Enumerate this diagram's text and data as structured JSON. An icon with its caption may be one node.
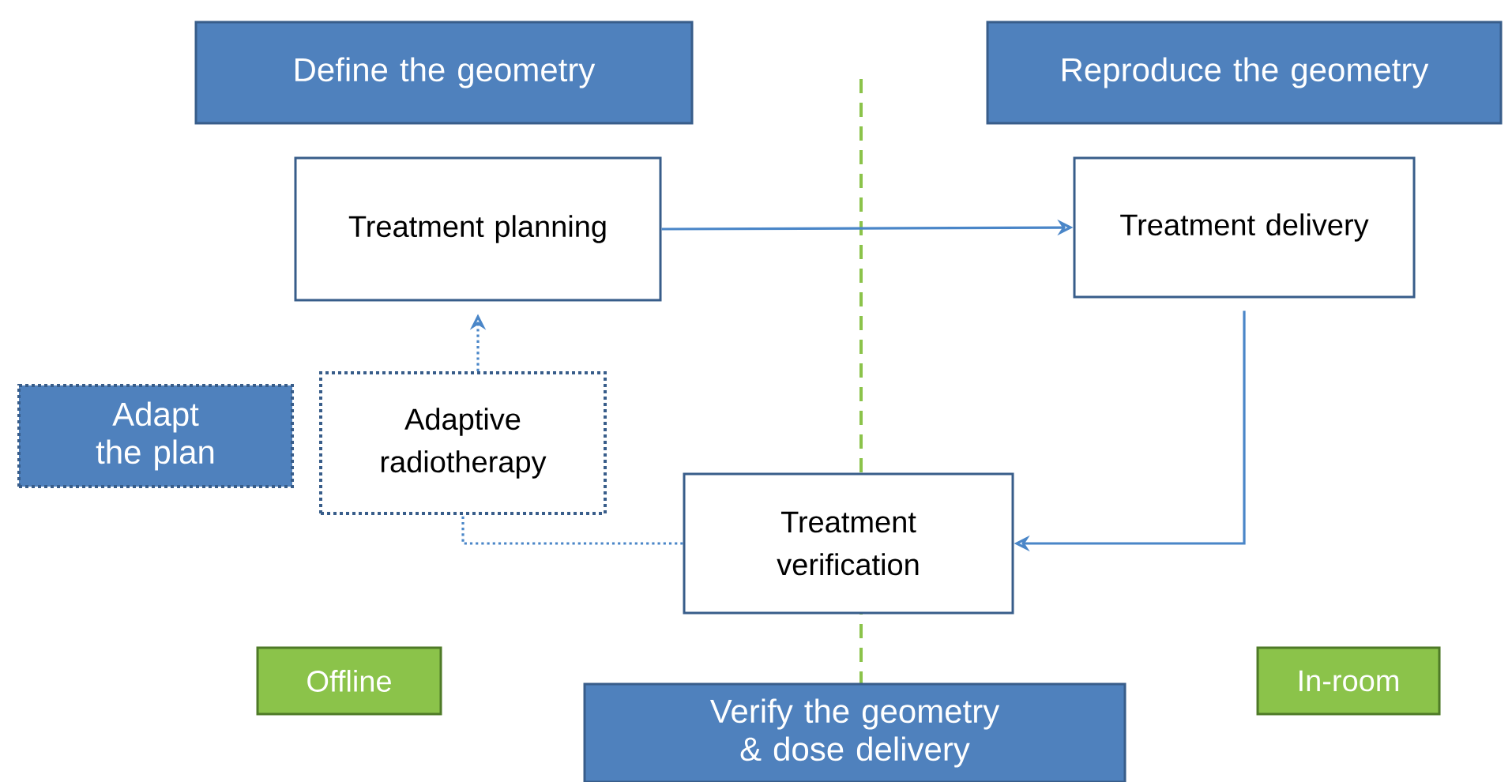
{
  "diagram": {
    "nodes": [
      {
        "text": [
          "Define the geometry"
        ]
      },
      {
        "text": [
          "Reproduce the geometry"
        ]
      },
      {
        "text": [
          "Treatment planning"
        ]
      },
      {
        "text": [
          "Treatment delivery"
        ]
      },
      {
        "text": [
          "Adapt the plan"
        ]
      },
      {
        "text": [
          "Adaptive radiotherapy"
        ]
      },
      {
        "text": [
          "Treatment verification"
        ]
      },
      {
        "text": [
          "Offline"
        ]
      },
      {
        "text": [
          "In-room"
        ]
      },
      {
        "text": [
          "Verify the geometry & dose delivery"
        ]
      }
    ],
    "edges": [
      {
        "from": 2,
        "to": 3,
        "arrow": "to"
      },
      {
        "from": 3,
        "to": 6,
        "arrow": "to"
      },
      {
        "from": 6,
        "to": 5,
        "arrow": "none",
        "style": "dashed"
      },
      {
        "from": 5,
        "to": 2,
        "arrow": "to",
        "style": "dashed"
      }
    ]
  }
}
